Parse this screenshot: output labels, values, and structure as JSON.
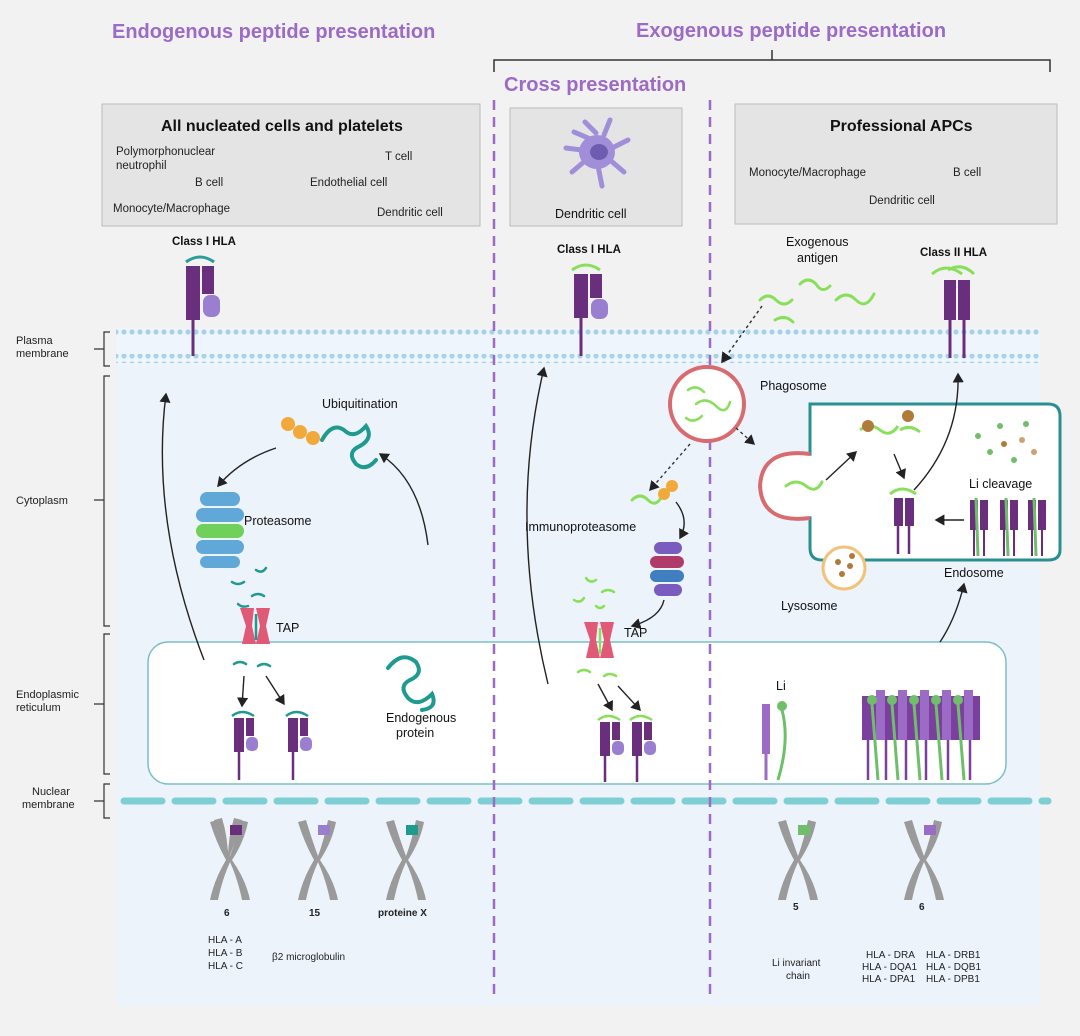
{
  "titles": {
    "endogenous": "Endogenous peptide presentation",
    "exogenous": "Exogenous peptide presentation",
    "cross": "Cross presentation"
  },
  "boxes": {
    "nucleated": {
      "title": "All nucleated cells and platelets",
      "cells": {
        "pmn1": "Polymorphonuclear",
        "pmn2": "neutrophil",
        "tcell": "T cell",
        "bcell": "B cell",
        "endothelial": "Endothelial cell",
        "mono": "Monocyte/Macrophage",
        "dc": "Dendritic cell"
      }
    },
    "dendritic": {
      "label": "Dendritic cell"
    },
    "apc": {
      "title": "Professional APCs",
      "cells": {
        "mono": "Monocyte/Macrophage",
        "bcell": "B cell",
        "dc": "Dendritic cell"
      }
    }
  },
  "compartments": {
    "plasma1": "Plasma",
    "plasma2": "membrane",
    "cytoplasm": "Cytoplasm",
    "er1": "Endoplasmic",
    "er2": "reticulum",
    "nuclear1": "Nuclear",
    "nuclear2": "membrane"
  },
  "labels": {
    "classI_left": "Class I HLA",
    "classI_mid": "Class I HLA",
    "classII": "Class II HLA",
    "exo1": "Exogenous",
    "exo2": "antigen",
    "ubiq": "Ubiquitination",
    "proteasome": "Proteasome",
    "tap1": "TAP",
    "tap2": "TAP",
    "endo1": "Endogenous",
    "endo2": "protein",
    "phagosome": "Phagosome",
    "immuno": "Immunoproteasome",
    "licleavage": "Li cleavage",
    "endosome": "Endosome",
    "lysosome": "Lysosome",
    "li": "Li"
  },
  "chromosomes": {
    "c1": {
      "num": "6",
      "l1": "HLA - A",
      "l2": "HLA - B",
      "l3": "HLA - C"
    },
    "c2": {
      "num": "15",
      "l1": "β2 microglobulin"
    },
    "c3": {
      "num": "proteine X"
    },
    "c4": {
      "num": "5",
      "l1": "Li invariant",
      "l2": "chain"
    },
    "c5": {
      "num": "6",
      "a1": "HLA - DRA",
      "a2": "HLA - DQA1",
      "a3": "HLA - DPA1",
      "b1": "HLA - DRB1",
      "b2": "HLA - DQB1",
      "b3": "HLA - DPB1"
    }
  },
  "colors": {
    "title": "#9b6bc6",
    "hla": "#6a2f7c",
    "hlaLight": "#9a7fd0",
    "teal": "#2a9d9a",
    "green": "#88e05a",
    "membrane": "#a9d2ea",
    "nuclear": "#7ecfd4",
    "chromosome": "#9a9a9a"
  }
}
